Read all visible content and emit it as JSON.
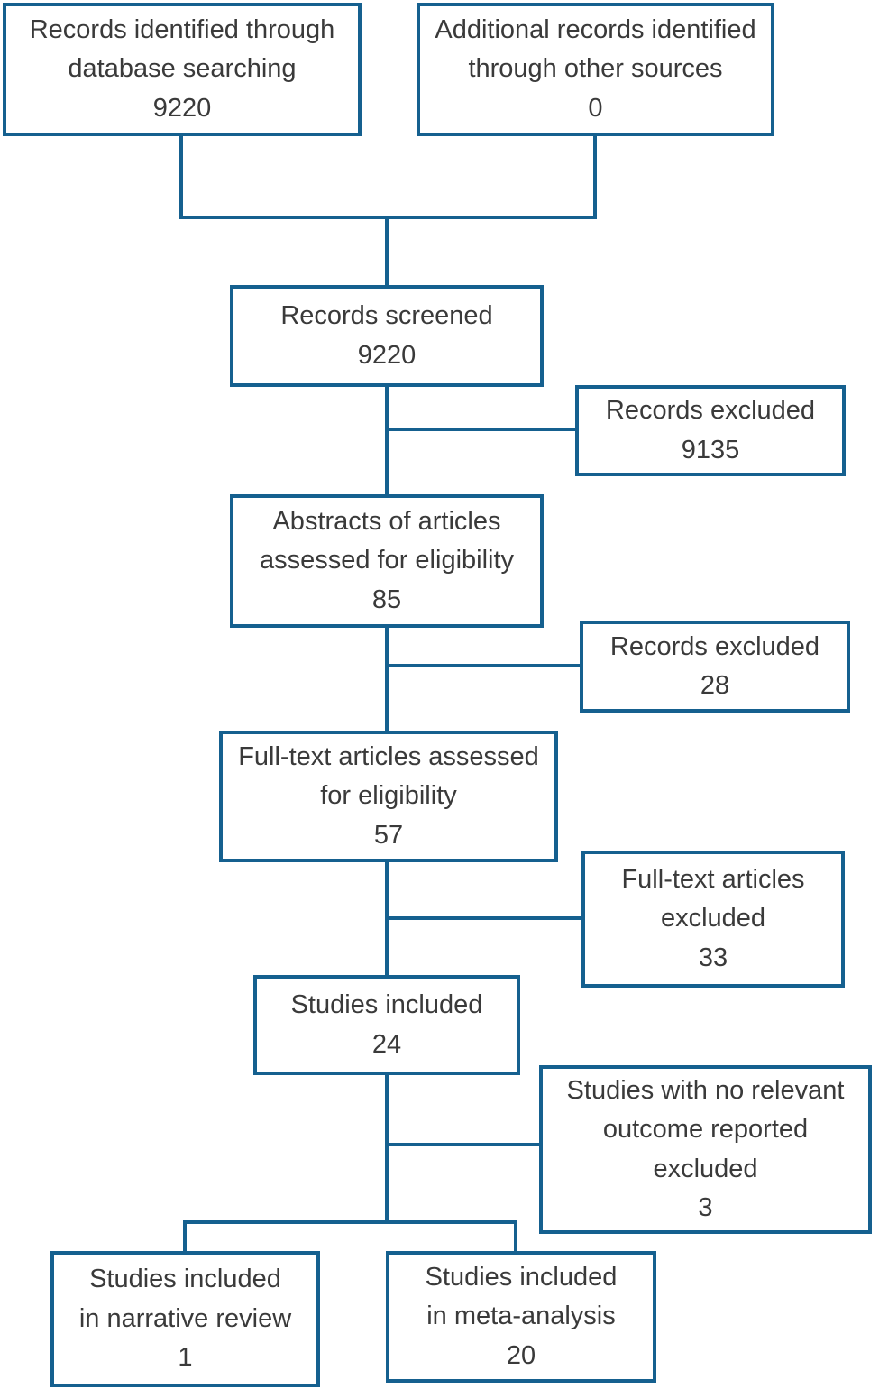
{
  "colors": {
    "line_blue": "#15608f",
    "text_gray": "#3a3a3a",
    "background": "#ffffff"
  },
  "nodes": {
    "identified": {
      "label": "Records identified through\ndatabase searching",
      "count": "9220"
    },
    "other_sources": {
      "label": "Additional records identified\nthrough other sources",
      "count": "0"
    },
    "screened": {
      "label": "Records screened",
      "count": "9220"
    },
    "excluded_screening": {
      "label": "Records excluded",
      "count": "9135"
    },
    "abstracts": {
      "label": "Abstracts of articles\nassessed for eligibility",
      "count": "85"
    },
    "excluded_abstracts": {
      "label": "Records excluded",
      "count": "28"
    },
    "fulltext": {
      "label": "Full-text articles assessed\nfor eligibility",
      "count": "57"
    },
    "excluded_fulltext": {
      "label": "Full-text articles\nexcluded",
      "count": "33"
    },
    "included": {
      "label": "Studies included",
      "count": "24"
    },
    "excluded_no_outcome": {
      "label": "Studies with no relevant\noutcome reported\nexcluded",
      "count": "3"
    },
    "narrative": {
      "label": "Studies included\nin narrative review",
      "count": "1"
    },
    "meta_analysis": {
      "label": "Studies included\nin meta-analysis",
      "count": "20"
    }
  },
  "edges": [
    {
      "from": "identified",
      "to": "screened"
    },
    {
      "from": "other_sources",
      "to": "screened"
    },
    {
      "from": "screened",
      "to": "excluded_screening"
    },
    {
      "from": "screened",
      "to": "abstracts"
    },
    {
      "from": "abstracts",
      "to": "excluded_abstracts"
    },
    {
      "from": "abstracts",
      "to": "fulltext"
    },
    {
      "from": "fulltext",
      "to": "excluded_fulltext"
    },
    {
      "from": "fulltext",
      "to": "included"
    },
    {
      "from": "included",
      "to": "excluded_no_outcome"
    },
    {
      "from": "included",
      "to": "narrative"
    },
    {
      "from": "included",
      "to": "meta_analysis"
    }
  ]
}
